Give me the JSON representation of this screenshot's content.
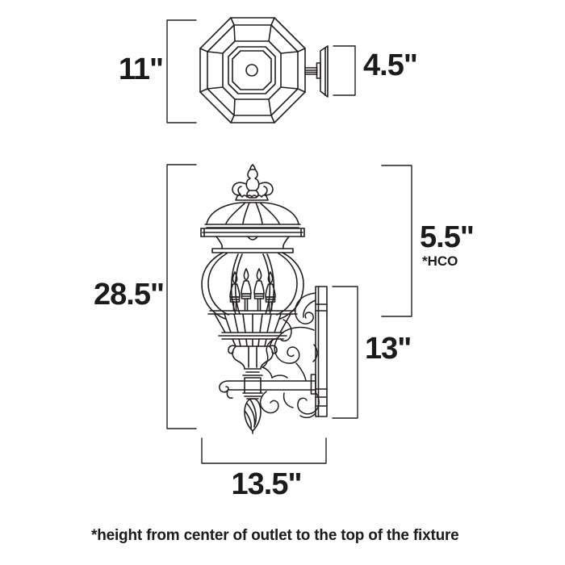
{
  "page": {
    "background": "#ffffff",
    "line_color": "#231f20"
  },
  "top_view": {
    "description": "octagonal lantern seen from above with wall mount at right",
    "width_dim": "11\"",
    "projection_dim": "4.5\""
  },
  "front_view": {
    "description": "ornate wall lantern with scroll bracket and backplate",
    "overall_height_dim": "28.5\"",
    "outlet_to_top_dim": "5.5\"",
    "outlet_note": "*HCO",
    "backplate_height_dim": "13\"",
    "overall_width_dim": "13.5\""
  },
  "footnote": "*height from center of outlet to the top of the fixture"
}
